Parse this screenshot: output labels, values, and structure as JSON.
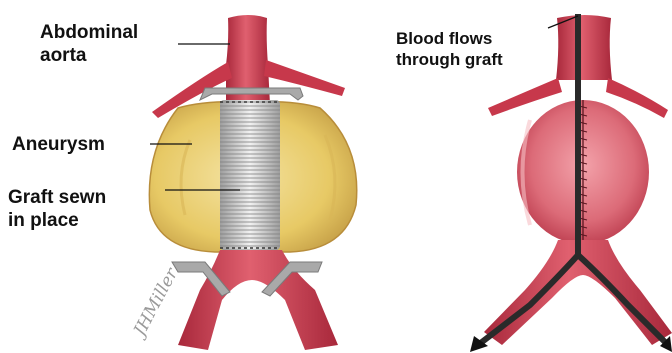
{
  "labels": {
    "abdominal_aorta": "Abdominal\naorta",
    "aneurysm": "Aneurysm",
    "graft_sewn": "Graft sewn\nin place",
    "blood_flows": "Blood flows\nthrough graft"
  },
  "signature": "JHMiller",
  "colors": {
    "vessel": "#cf3f52",
    "vessel_dark": "#a8283b",
    "vessel_light": "#e67a86",
    "aneurysm_sac": "#ecd27d",
    "aneurysm_sac_edge": "#c9a44a",
    "graft": "#d9d9d9",
    "clamp": "#9c9c9c",
    "flow_line": "#2a2a2a"
  }
}
